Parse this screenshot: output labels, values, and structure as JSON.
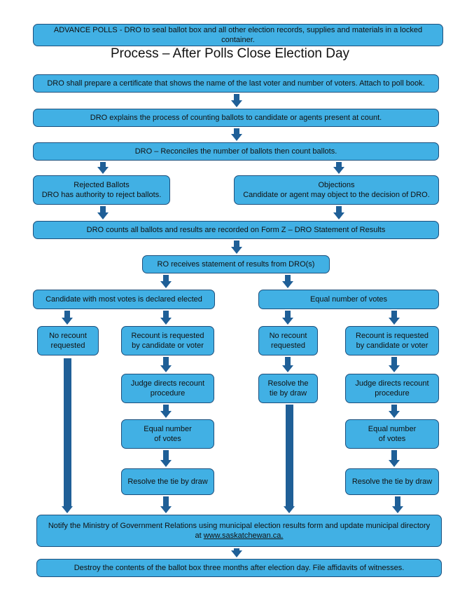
{
  "advance_polls": "ADVANCE POLLS - DRO to seal ballot box and all other election records, supplies and materials in a locked container.",
  "title": "Process – After Polls Close Election Day",
  "steps": {
    "certificate": "DRO shall prepare a certificate that shows the name of the last voter and number of voters. Attach to poll book.",
    "explain": "DRO explains the process of counting ballots to candidate or agents present at count.",
    "reconcile": "DRO – Reconciles the number of ballots then count ballots.",
    "rejected_title": "Rejected Ballots",
    "rejected_text": "DRO has authority to reject ballots.",
    "objections_title": "Objections",
    "objections_text": "Candidate or agent may object to the decision of DRO.",
    "form_z": "DRO counts all ballots and results are recorded on Form Z – DRO Statement of Results",
    "ro_receives": "RO receives statement of results from DRO(s)",
    "most_votes": "Candidate with most votes is declared elected",
    "equal_votes_top": "Equal number of votes"
  },
  "left_branch": {
    "no_recount_1": "No recount",
    "no_recount_2": "requested",
    "recount_1": "Recount is requested",
    "recount_2": "by candidate or voter",
    "judge_1": "Judge directs recount",
    "judge_2": "procedure",
    "equal_1": "Equal number",
    "equal_2": "of votes",
    "resolve": "Resolve the tie by draw"
  },
  "right_branch": {
    "no_recount_1": "No recount",
    "no_recount_2": "requested",
    "resolve_1": "Resolve the",
    "resolve_2": "tie by draw",
    "recount_1": "Recount is requested",
    "recount_2": "by candidate or voter",
    "judge_1": "Judge directs recount",
    "judge_2": "procedure",
    "equal_1": "Equal number",
    "equal_2": "of votes",
    "resolve": "Resolve the tie by draw"
  },
  "notify_text": "Notify the Ministry of Government Relations using municipal election results form and update municipal directory",
  "notify_at": "at",
  "notify_link": "www.saskatchewan.ca.",
  "destroy": "Destroy the contents of the ballot box three months after election day. File affidavits of witnesses.",
  "colors": {
    "box_fill": "#41b0e4",
    "box_border": "#1d4f7c",
    "arrow": "#1f5f97"
  }
}
